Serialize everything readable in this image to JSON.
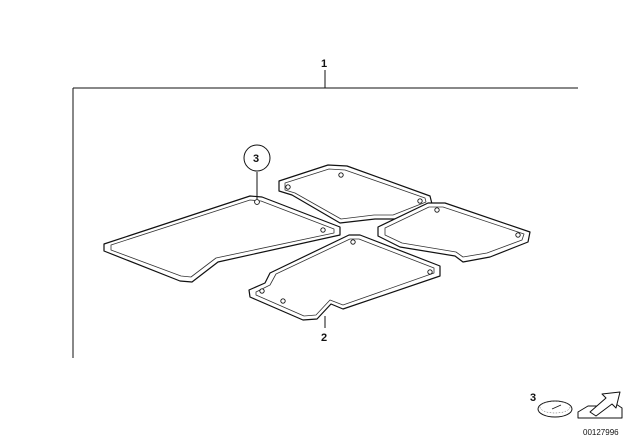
{
  "callouts": {
    "assembly": "1",
    "mat_front_right": "2",
    "fastener": "3"
  },
  "legend": {
    "fastener_number": "3"
  },
  "document_number": "00127996",
  "colors": {
    "line": "#111111",
    "background": "#ffffff",
    "arrow_fill": "#ffffff"
  },
  "icons": {
    "fastener_clip": "round-clip-icon",
    "direction": "arrow-icon"
  }
}
